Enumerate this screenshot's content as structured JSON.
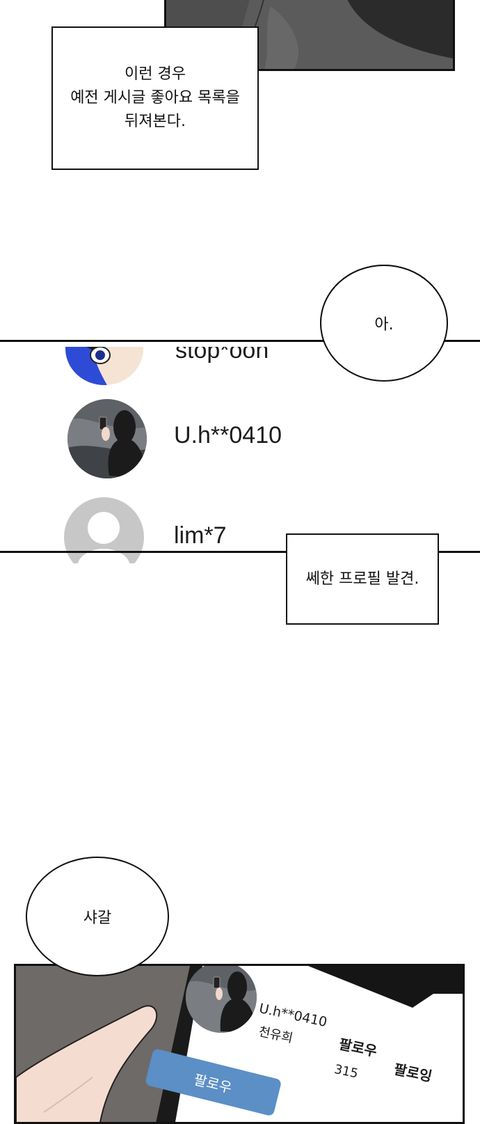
{
  "narration_top": {
    "lines": [
      "이런 경우",
      "예전 게시글 좋아요 목록을",
      "뒤져본다."
    ]
  },
  "bubble_a": {
    "text": "아."
  },
  "liked_list": {
    "rows": [
      {
        "username": "stop*oon"
      },
      {
        "username": "U.h**0410"
      },
      {
        "username": "lim*7"
      }
    ]
  },
  "narration_mid": {
    "text": "쎄한 프로필 발견."
  },
  "bubble_b": {
    "text": "샤갈"
  },
  "phone_profile": {
    "username": "U.h**0410",
    "display_name": "천유희",
    "follower_label": "팔로우",
    "follower_count": "315",
    "following_label": "팔로잉",
    "follow_button_label": "팔로우"
  },
  "colors": {
    "follow_button": "#5b8fc6",
    "panel_gray": "#5b5b5b",
    "skin": "#f4ddd0"
  }
}
